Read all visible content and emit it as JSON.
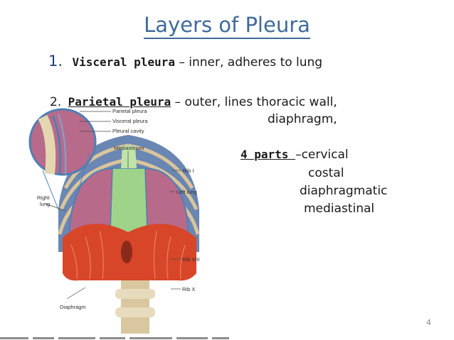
{
  "slide": {
    "title": "Layers of Pleura",
    "item1": {
      "num": "1.",
      "term": "Visceral pleura",
      "desc": " – inner, adheres to lung"
    },
    "item2": {
      "num": "2.",
      "term": "Parietal pleura",
      "desc": " – outer, lines thoracic wall,",
      "desc2": "diaphragm,"
    },
    "parts": {
      "head": "4 parts ",
      "items": [
        "–cervical",
        "costal",
        "diaphragmatic",
        "mediastinal"
      ]
    },
    "page_number": "4"
  },
  "figure": {
    "labels": {
      "parietal": "Parietal pleura",
      "visceral": "Visceral pleura",
      "cavity": "Pleural cavity",
      "mediastinum": "Mediastinum",
      "rib1": "Rib I",
      "left_lung": "Left lung",
      "right_lung_1": "Right",
      "right_lung_2": "lung",
      "rib8": "Rib VIII",
      "ribx": "Rib X",
      "diaphragm": "Diaphragm"
    },
    "colors": {
      "lung": "#b86a8a",
      "mediastinum": "#9fd38a",
      "diaphragm": "#d8462a",
      "pleura": "#4f7fb5",
      "bone": "#e4d6b0"
    }
  }
}
